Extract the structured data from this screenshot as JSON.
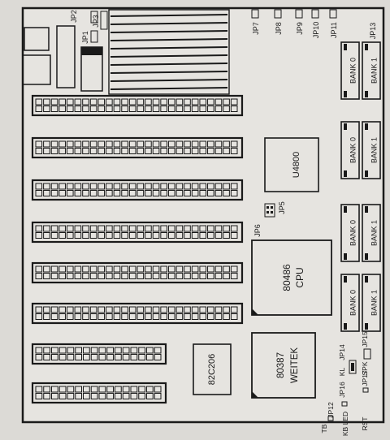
{
  "labels": {
    "jp2": "JP2",
    "jp1": "JP1",
    "jp3": "JP3",
    "jp7": "JP7",
    "jp8": "JP8",
    "jp9": "JP9",
    "jp10": "JP10",
    "jp11": "JP11",
    "jp13": "JP13",
    "jp5": "JP5",
    "jp6": "JP6",
    "jp12": "JP12",
    "jp14": "JP14",
    "jp15": "JP15",
    "jp16": "JP16",
    "jp17": "JP17",
    "u4800": "U4800",
    "cpu_line1": "80486",
    "cpu_line2": "CPU",
    "fpu_line1": "80387",
    "fpu_line2": "WEITEK",
    "chipset": "82C206",
    "kl": "KL",
    "spk": "SPK",
    "tb": "TB",
    "kb_led": "KB LED",
    "rst": "RST",
    "bank0": "BANK 0",
    "bank1": "BANK 1"
  },
  "memory_banks": [
    {
      "bank0": "BANK 0",
      "bank1": "BANK 1"
    },
    {
      "bank0": "BANK 0",
      "bank1": "BANK 1"
    },
    {
      "bank0": "BANK 0",
      "bank1": "BANK 1"
    },
    {
      "bank0": "BANK 0",
      "bank1": "BANK 1"
    }
  ],
  "expansion_slots": 8
}
